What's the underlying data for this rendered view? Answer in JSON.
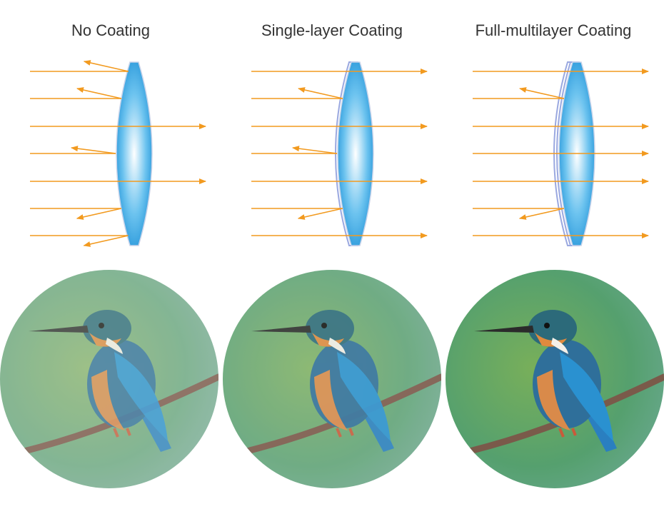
{
  "panels": [
    {
      "title": "No Coating",
      "reflect": [
        true,
        true,
        false,
        true,
        false,
        true,
        true
      ],
      "clarity": 0.55
    },
    {
      "title": "Single-layer Coating",
      "reflect": [
        false,
        true,
        false,
        true,
        false,
        true,
        false
      ],
      "clarity": 0.75
    },
    {
      "title": "Full-multilayer Coating",
      "reflect": [
        false,
        true,
        false,
        false,
        false,
        true,
        false
      ],
      "clarity": 1.0
    }
  ],
  "colors": {
    "ray": "#f29a1f",
    "lens_edge": "#1b8fd6",
    "lens_center": "#ffffff",
    "coating": "#9aa8e0",
    "branch": "#7a5a4a"
  },
  "icons": [
    "lens-icon",
    "kingfisher-photo"
  ]
}
